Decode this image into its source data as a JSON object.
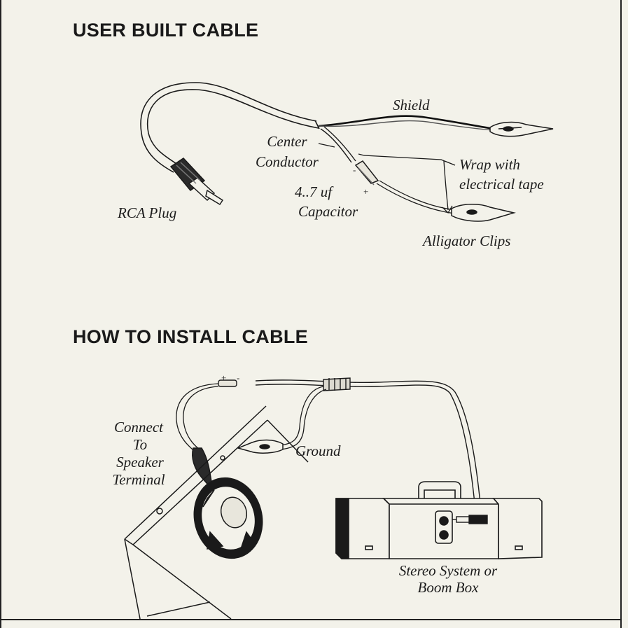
{
  "sections": {
    "top": {
      "heading": "USER BUILT CABLE",
      "labels": {
        "shield": "Shield",
        "center_conductor_line1": "Center",
        "center_conductor_line2": "Conductor",
        "wrap_line1": "Wrap with",
        "wrap_line2": "electrical tape",
        "capacitor_line1": "4..7 uf",
        "capacitor_line2": "Capacitor",
        "rca_plug": "RCA Plug",
        "alligator_clips": "Alligator Clips",
        "minus": "-",
        "plus": "+"
      }
    },
    "bottom": {
      "heading": "HOW TO INSTALL CABLE",
      "labels": {
        "connect_line1": "Connect",
        "connect_line2": "To",
        "connect_line3": "Speaker",
        "connect_line4": "Terminal",
        "ground": "Ground",
        "stereo_line1": "Stereo System or",
        "stereo_line2": "Boom Box",
        "plus": "+",
        "minus": "-"
      }
    }
  }
}
